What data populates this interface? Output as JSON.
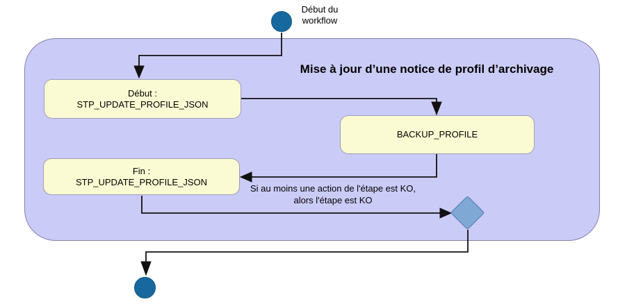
{
  "diagram": {
    "start": {
      "label_line1": "Début du",
      "label_line2": "workflow"
    },
    "frame": {
      "title": "Mise à jour d’une notice de profil d’archivage"
    },
    "activities": {
      "step_begin": {
        "line1": "Début :",
        "line2": "STP_UPDATE_PROFILE_JSON"
      },
      "backup": {
        "label": "BACKUP_PROFILE"
      },
      "step_end": {
        "line1": "Fin :",
        "line2": "STP_UPDATE_PROFILE_JSON"
      }
    },
    "annotation": {
      "line1": "Si au moins une action de l'étape est KO,",
      "line2": "alors l'étape est KO"
    }
  },
  "colors": {
    "frame_fill": "#cbcbf7",
    "frame_border": "#8080b0",
    "activity_fill": "#fbfbd3",
    "activity_border": "#9e9eb8",
    "diamond_fill": "#7fa8d4",
    "diamond_border": "#4f7cae",
    "terminal_fill": "#17689e",
    "terminal_border": "#0f5580",
    "edge": "#111111",
    "text": "#000000"
  }
}
